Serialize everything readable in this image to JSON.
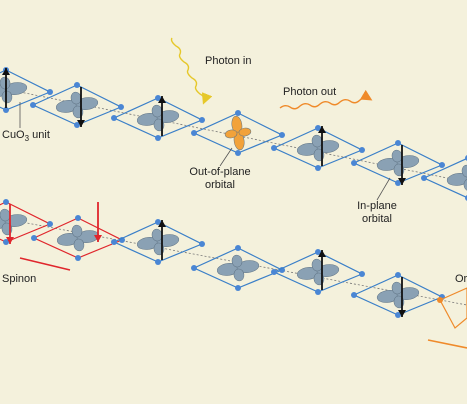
{
  "labels": {
    "cuo3_prefix": "CuO",
    "cuo3_sub": "3",
    "cuo3_suffix": " unit",
    "photon_in": "Photon in",
    "photon_out": "Photon out",
    "out_of_plane_1": "Out-of-plane",
    "out_of_plane_2": "orbital",
    "in_plane_1": "In-plane",
    "in_plane_2": "orbital",
    "spinon": "Spinon",
    "orbiton_partial": "Or"
  },
  "colors": {
    "background": "#f4f1dc",
    "lattice": "#3a7fc8",
    "atom": "#4a86d4",
    "lobe": "#8aa1b4",
    "spinon": "#e0262c",
    "orbiton": "#ef8a2a",
    "photon_in": "#e6c82a",
    "photon_out": "#ef8a2a",
    "arrow": "#111111"
  },
  "icons": [
    "spin-up-arrow-icon",
    "spin-down-arrow-icon",
    "orbital-lobe-icon",
    "photon-wave-icon"
  ]
}
